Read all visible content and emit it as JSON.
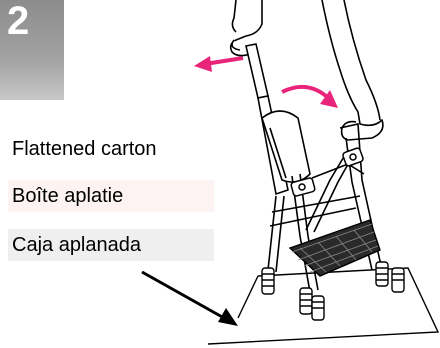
{
  "step": {
    "number": "2"
  },
  "captions": {
    "english": "Flattened carton",
    "french": "Boîte aplatie",
    "spanish": "Caja aplanada"
  },
  "colors": {
    "arrow_pink": "#e8257a",
    "badge_gray": "#999999",
    "line": "#000000"
  },
  "icons": {
    "left_arrow": "pink-left-arrow-icon",
    "rotate_arrow": "pink-curved-arrow-icon",
    "pointer": "black-pointer-arrow-icon"
  }
}
